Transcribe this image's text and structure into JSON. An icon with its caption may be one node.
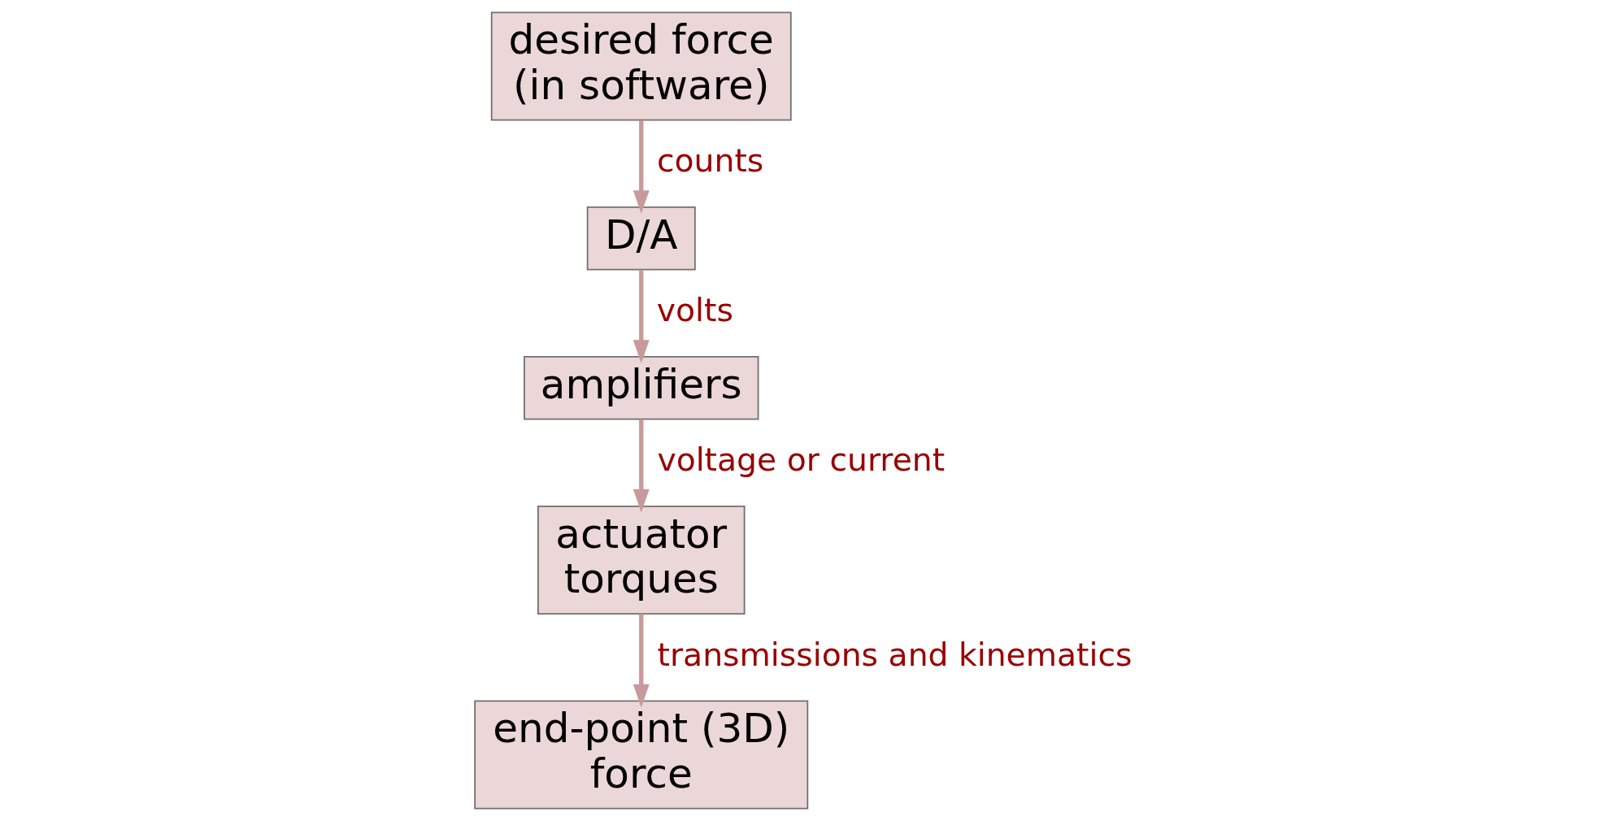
{
  "diagram": {
    "nodes": [
      {
        "text": [
          "desired force (in software)"
        ]
      },
      {
        "text": [
          "D/A"
        ]
      },
      {
        "text": [
          "amplifiers"
        ]
      },
      {
        "text": [
          "actuator torques"
        ]
      },
      {
        "text": [
          "end-point (3D) force"
        ]
      }
    ],
    "edges": [
      {
        "from": 0,
        "to": 1,
        "arrow": "to",
        "label": "counts"
      },
      {
        "from": 1,
        "to": 2,
        "arrow": "to",
        "label": "volts"
      },
      {
        "from": 2,
        "to": 3,
        "arrow": "to",
        "label": "voltage or current"
      },
      {
        "from": 3,
        "to": 4,
        "arrow": "to",
        "label": "transmissions and kinematics"
      }
    ]
  }
}
